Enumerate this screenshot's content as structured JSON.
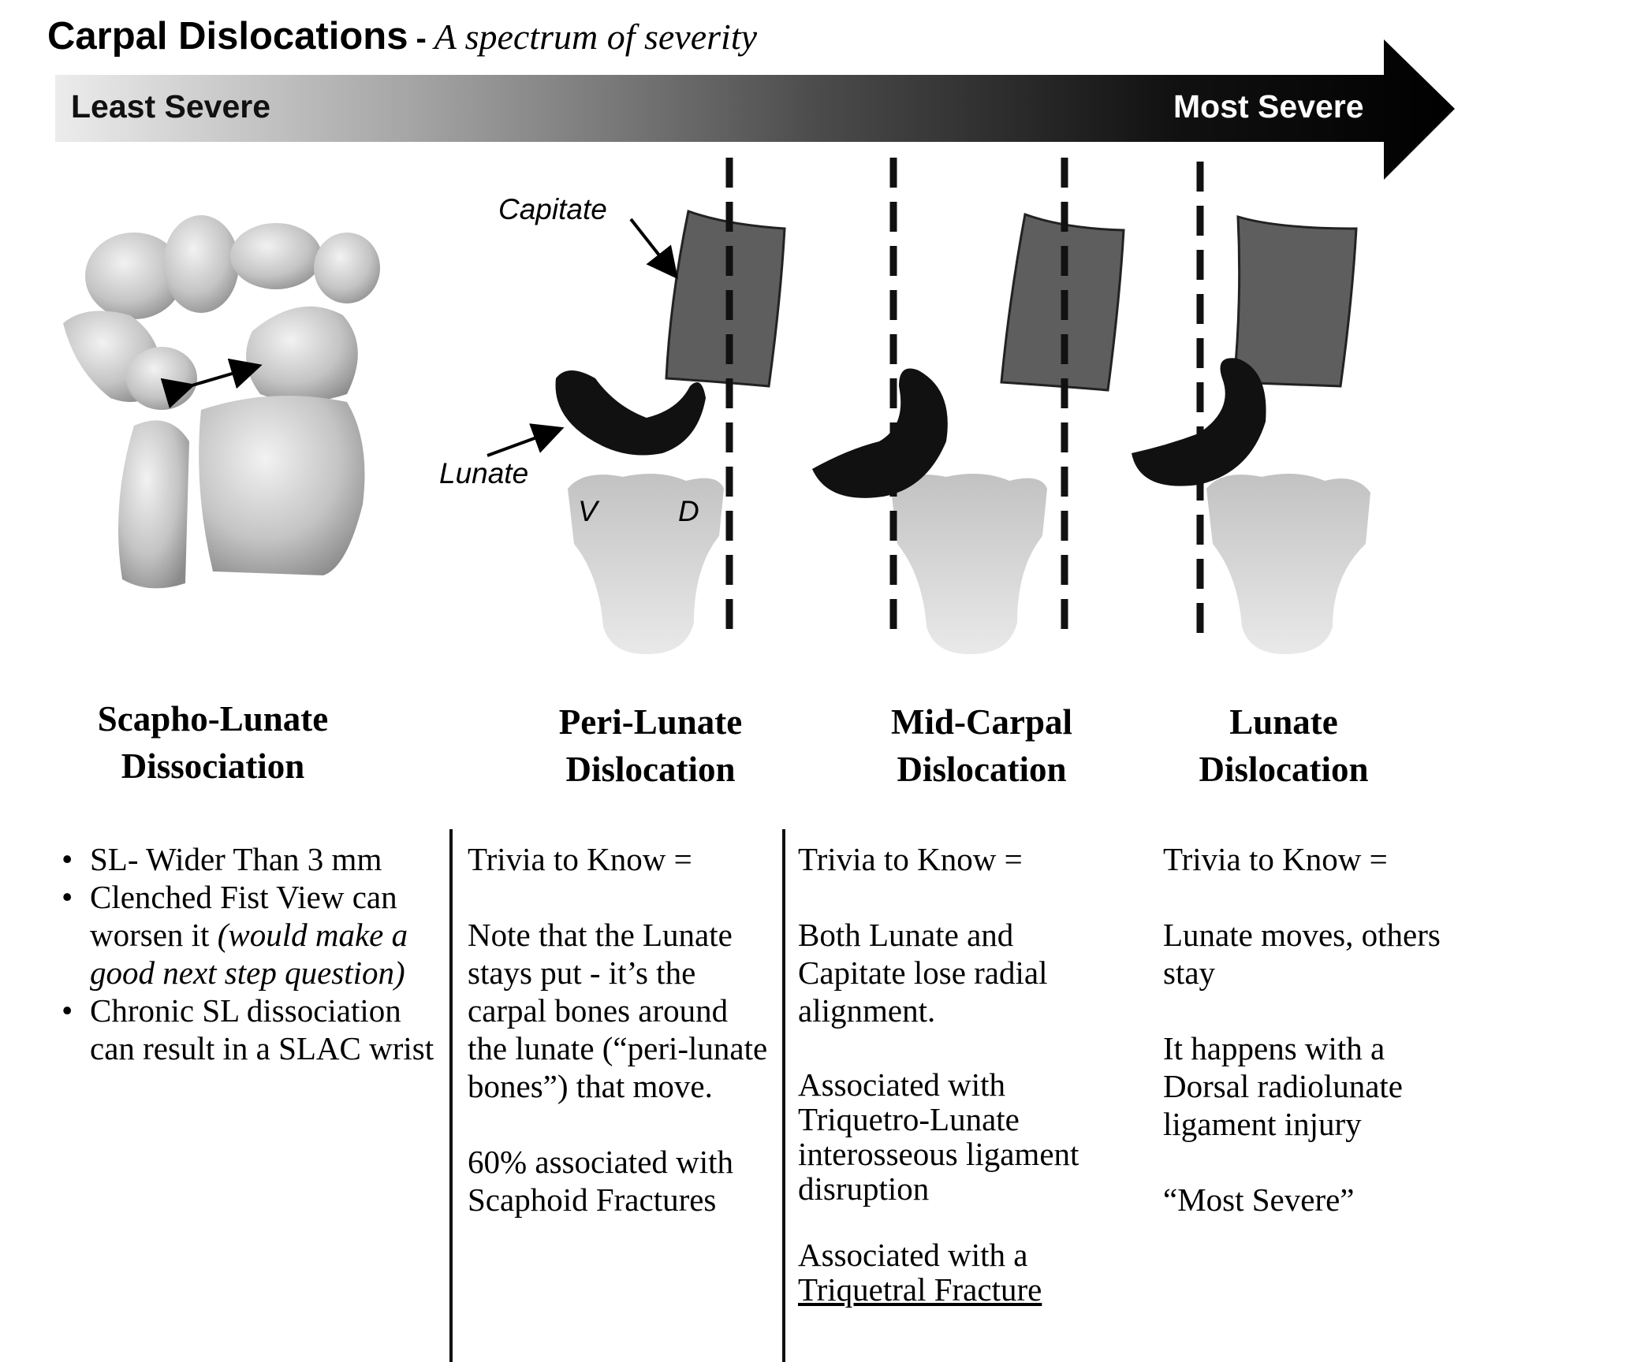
{
  "title": {
    "main": "Carpal Dislocations",
    "separator": "-",
    "subtitle": "A spectrum of severity"
  },
  "severity_arrow": {
    "left_label": "Least Severe",
    "right_label": "Most Severe"
  },
  "figure_labels": {
    "capitate": "Capitate",
    "lunate": "Lunate",
    "volar": "V",
    "dorsal": "D"
  },
  "columns": [
    {
      "heading_line1": "Scapho-Lunate",
      "heading_line2": "Dissociation",
      "bullets": [
        "SL- Wider Than 3 mm",
        "Clenched Fist View can worsen it",
        "Chronic SL dissociation can result in a SLAC wrist"
      ],
      "bullet2_italic": "(would make a good next step question)"
    },
    {
      "heading_line1": "Peri-Lunate",
      "heading_line2": "Dislocation",
      "trivia": "Trivia to Know =",
      "p1": "Note that the Lunate stays put - it’s the carpal bones around the lunate (“peri-lunate bones”) that move.",
      "p2": "60% associated with Scaphoid Fractures"
    },
    {
      "heading_line1": "Mid-Carpal",
      "heading_line2": "Dislocation",
      "trivia": "Trivia to Know =",
      "p1": "Both Lunate and Capitate lose radial alignment.",
      "p2": "Associated with Triquetro-Lunate interosseous ligament disruption",
      "p3_prefix": "Associated with a",
      "p3_underlined": "Triquetral Fracture"
    },
    {
      "heading_line1": "Lunate",
      "heading_line2": "Dislocation",
      "trivia": "Trivia to Know =",
      "p1": "Lunate moves, others stay",
      "p2": "It happens with a Dorsal radiolunate ligament injury",
      "p3": "“Most Severe”"
    }
  ],
  "colors": {
    "lunate": "#111111",
    "capitate": "#5e5e5e",
    "radius": "#cfcfcf",
    "arrow_dark": "#000000",
    "arrow_light": "#e8e8e8"
  }
}
